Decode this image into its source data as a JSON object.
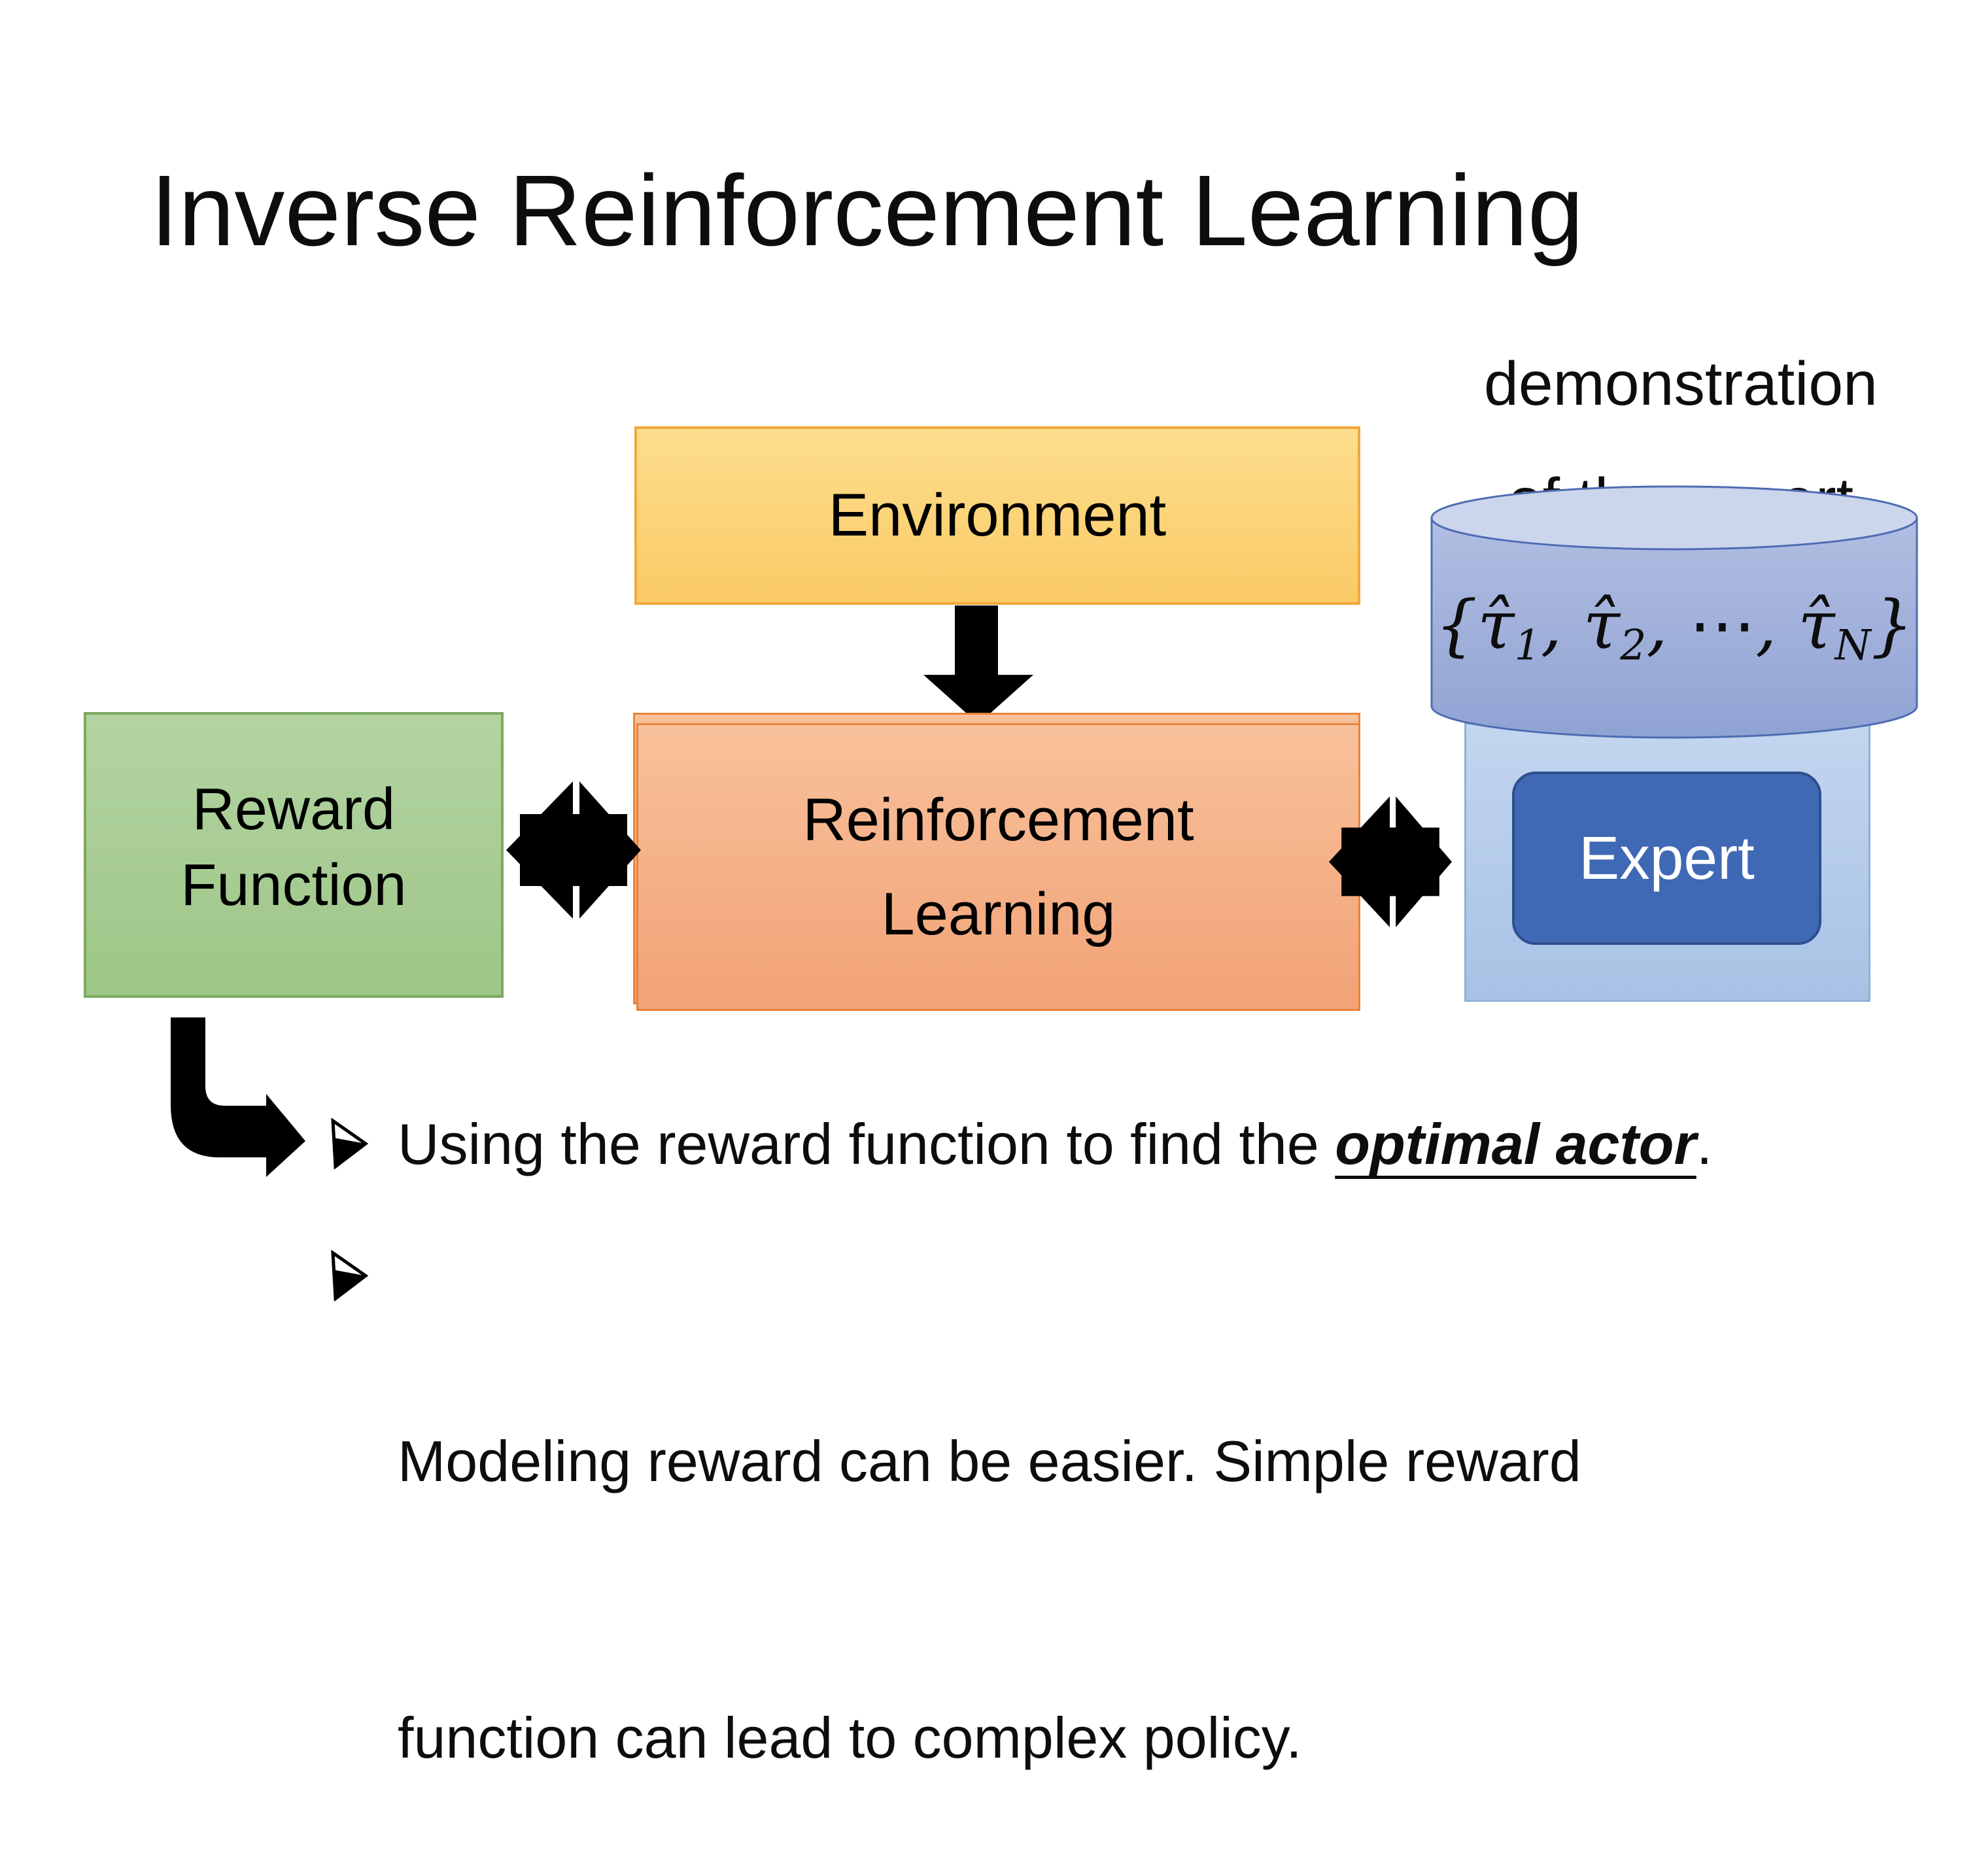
{
  "slide": {
    "title": "Inverse Reinforcement Learning"
  },
  "demo_label": {
    "line1": "demonstration",
    "line2": "of the expert"
  },
  "boxes": {
    "environment": {
      "label": "Environment"
    },
    "reward": {
      "line1": "Reward",
      "line2": "Function"
    },
    "reinforcement": {
      "line1": "Reinforcement",
      "line2": "Learning"
    },
    "expert": {
      "label": "Expert"
    }
  },
  "cylinder": {
    "math": {
      "open": "{",
      "tau_hat": "τ̂",
      "sub1": "1",
      "sub2": "2",
      "subN": "N",
      "comma1": ", ",
      "comma2": ", ",
      "comma3": ", ",
      "dots": "⋯",
      "close": "}"
    }
  },
  "bullets": {
    "item1": {
      "pre": "Using the reward function to find the ",
      "emphasis": "optimal actor",
      "post": "."
    },
    "item2": {
      "line1": "Modeling reward can be easier. Simple reward",
      "line2": "function can lead to complex policy."
    }
  },
  "icons": {
    "down_arrow": "down-arrow",
    "double_arrow": "left-right-double-arrow",
    "bent_arrow": "elbow-arrow",
    "bullet_marker": "three-d-arrowhead"
  },
  "colors": {
    "env_fill_top": "#FDDE8E",
    "env_fill_bottom": "#FACA65",
    "env_border": "#F0A93C",
    "green_fill_top": "#B3D4A2",
    "green_fill_bottom": "#9EC687",
    "green_border": "#7CA95F",
    "rl_fill_top": "#F8C19B",
    "rl_fill_bottom": "#F2A276",
    "rl_border": "#E8833C",
    "lightblue_fill_top": "#C3D6EF",
    "lightblue_fill_bottom": "#A7C2E5",
    "lightblue_border": "#8FAFD9",
    "expert_fill": "#3F69B5",
    "expert_border": "#2E4E8F",
    "cyl_top_fill": "#CBD5EC",
    "cyl_body_top": "#B2BEE2",
    "cyl_body_bottom": "#8FA3D3",
    "cyl_border": "#4E6CB3",
    "arrow_black": "#000000",
    "text_black": "#0D0D0D"
  }
}
